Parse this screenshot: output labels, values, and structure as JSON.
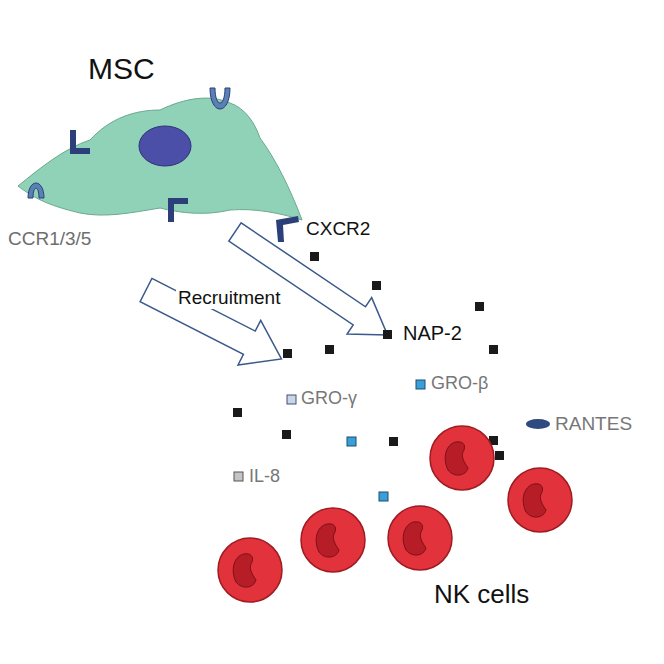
{
  "diagram": {
    "nodes": [
      {
        "text": [
          "MSC"
        ]
      }
    ],
    "labels": [
      "CCR1/3/5",
      "CXCR2",
      "Recruitment",
      "NAP-2",
      "GRO-γ",
      "GRO-β",
      "RANTES",
      "IL-8",
      "NK cells"
    ]
  }
}
